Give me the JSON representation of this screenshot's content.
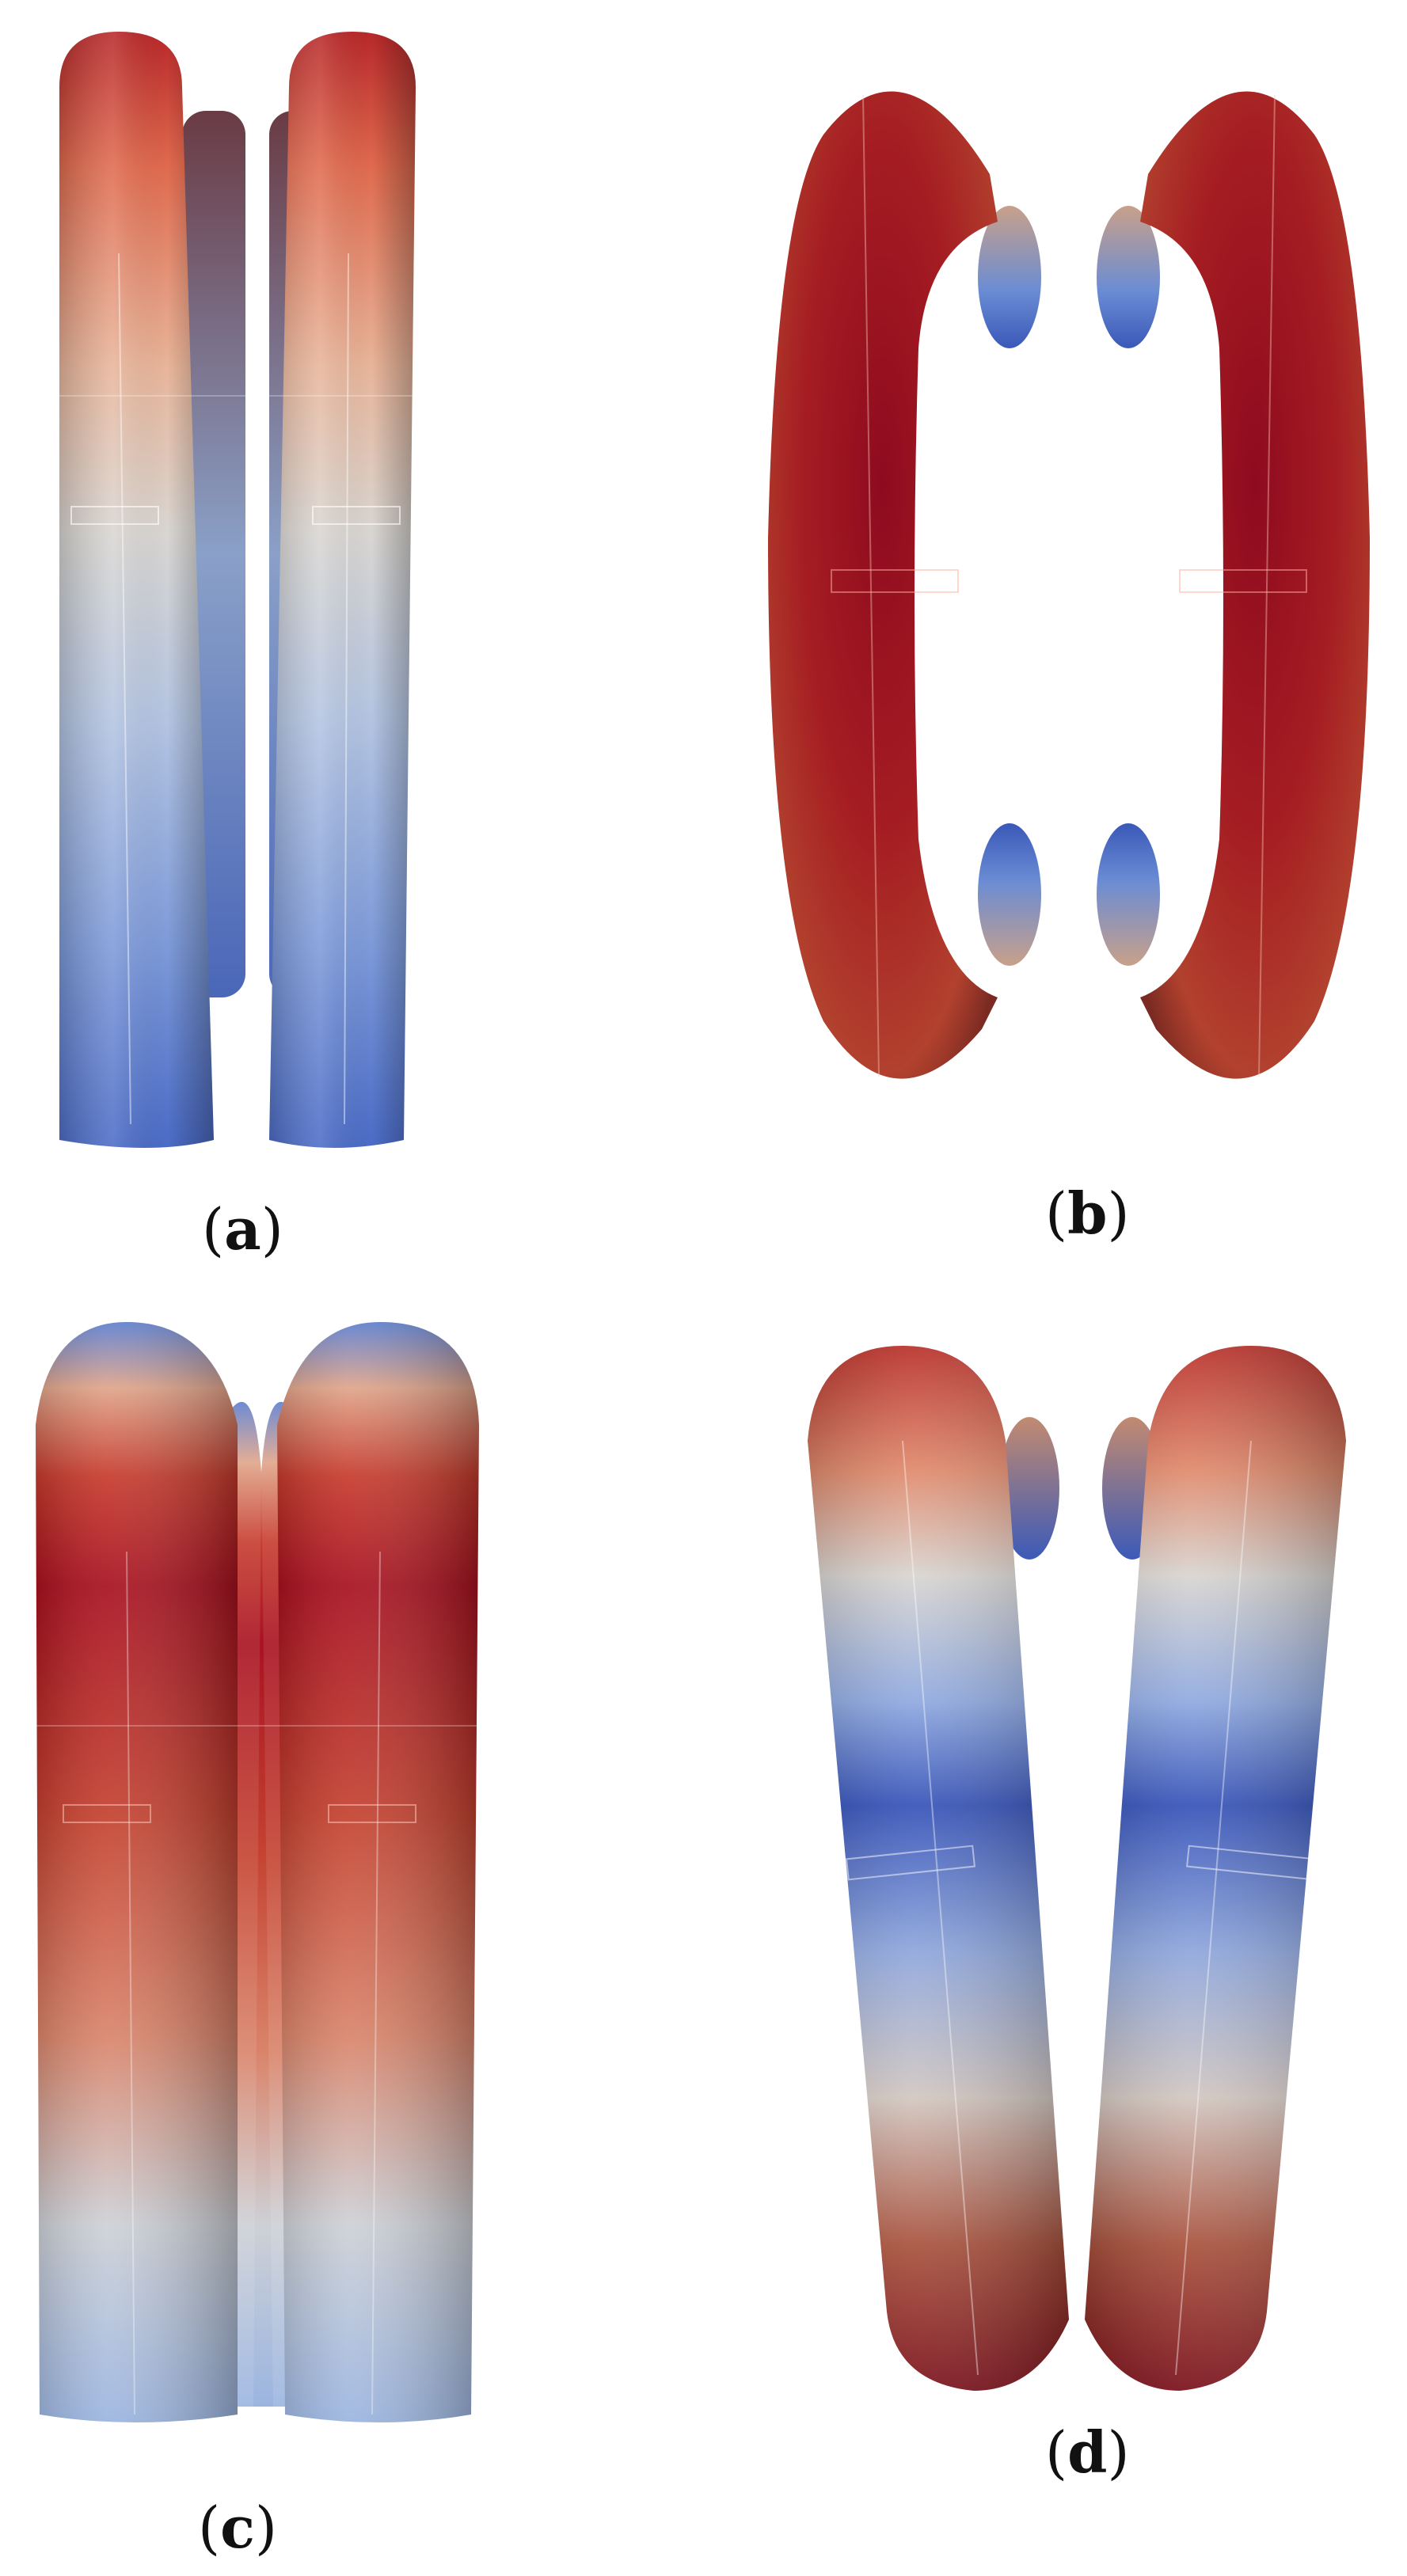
{
  "panels": [
    {
      "id": "a",
      "caption_open": "(",
      "caption_letter": "a",
      "caption_close": ")"
    },
    {
      "id": "b",
      "caption_open": "(",
      "caption_letter": "b",
      "caption_close": ")"
    },
    {
      "id": "c",
      "caption_open": "(",
      "caption_letter": "c",
      "caption_close": ")"
    },
    {
      "id": "d",
      "caption_open": "(",
      "caption_letter": "d",
      "caption_close": ")"
    }
  ],
  "colors": {
    "background": "#ffffff",
    "deep_red": "#8e0a1f",
    "red": "#c0392b",
    "orange": "#e8866a",
    "neutral": "#dcdcdc",
    "light_blue": "#a9c1e8",
    "blue": "#4a6fc8",
    "deep_blue": "#3353b8"
  }
}
